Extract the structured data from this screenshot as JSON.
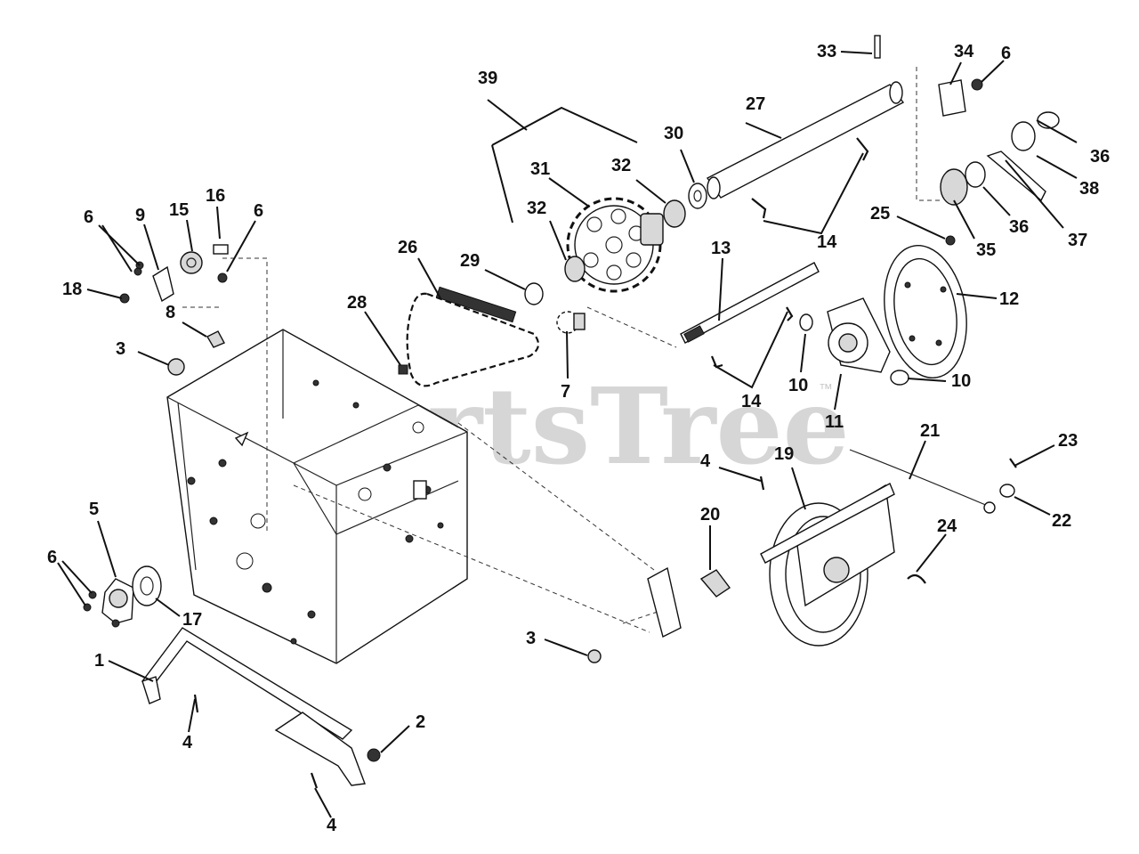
{
  "watermark": {
    "text": "PartsTree",
    "trademark": "™"
  },
  "callouts": [
    {
      "id": "c33",
      "label": "33"
    },
    {
      "id": "c34",
      "label": "34"
    },
    {
      "id": "c6a",
      "label": "6"
    },
    {
      "id": "c39",
      "label": "39"
    },
    {
      "id": "c27",
      "label": "27"
    },
    {
      "id": "c30",
      "label": "30"
    },
    {
      "id": "c31",
      "label": "31"
    },
    {
      "id": "c32a",
      "label": "32"
    },
    {
      "id": "c32b",
      "label": "32"
    },
    {
      "id": "c36a",
      "label": "36"
    },
    {
      "id": "c38",
      "label": "38"
    },
    {
      "id": "c36b",
      "label": "36"
    },
    {
      "id": "c37",
      "label": "37"
    },
    {
      "id": "c35",
      "label": "35"
    },
    {
      "id": "c25",
      "label": "25"
    },
    {
      "id": "c14a",
      "label": "14"
    },
    {
      "id": "c16",
      "label": "16"
    },
    {
      "id": "c15",
      "label": "15"
    },
    {
      "id": "c9",
      "label": "9"
    },
    {
      "id": "c6b",
      "label": "6"
    },
    {
      "id": "c6c",
      "label": "6"
    },
    {
      "id": "c18",
      "label": "18"
    },
    {
      "id": "c8",
      "label": "8"
    },
    {
      "id": "c3a",
      "label": "3"
    },
    {
      "id": "c26",
      "label": "26"
    },
    {
      "id": "c29",
      "label": "29"
    },
    {
      "id": "c28",
      "label": "28"
    },
    {
      "id": "c13",
      "label": "13"
    },
    {
      "id": "c12",
      "label": "12"
    },
    {
      "id": "c7",
      "label": "7"
    },
    {
      "id": "c14b",
      "label": "14"
    },
    {
      "id": "c10a",
      "label": "10"
    },
    {
      "id": "c10b",
      "label": "10"
    },
    {
      "id": "c11",
      "label": "11"
    },
    {
      "id": "c21",
      "label": "21"
    },
    {
      "id": "c23",
      "label": "23"
    },
    {
      "id": "c19",
      "label": "19"
    },
    {
      "id": "c4a",
      "label": "4"
    },
    {
      "id": "c22",
      "label": "22"
    },
    {
      "id": "c20",
      "label": "20"
    },
    {
      "id": "c24",
      "label": "24"
    },
    {
      "id": "c5",
      "label": "5"
    },
    {
      "id": "c6d",
      "label": "6"
    },
    {
      "id": "c17",
      "label": "17"
    },
    {
      "id": "c3b",
      "label": "3"
    },
    {
      "id": "c1",
      "label": "1"
    },
    {
      "id": "c2",
      "label": "2"
    },
    {
      "id": "c4b",
      "label": "4"
    },
    {
      "id": "c4c",
      "label": "4"
    }
  ]
}
